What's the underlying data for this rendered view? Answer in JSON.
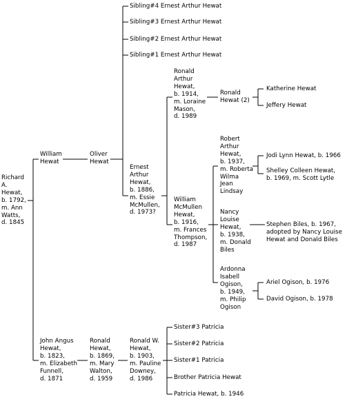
{
  "people": {
    "richard": "Richard\nA.\nHewat,\nb. 1792,\nm. Ann\nWatts,\nd. 1845",
    "william_hewat": "William\nHewat",
    "oliver_hewat": "Oliver\nHewat",
    "sibling4": "Sibling#4 Ernest Arthur Hewat",
    "sibling3": "Sibling#3 Ernest Arthur Hewat",
    "sibling2": "Sibling#2 Ernest Arthur Hewat",
    "sibling1": "Sibling#1 Ernest Arthur Hewat",
    "ernest_arthur": "Ernest\nArthur\nHewat,\nb. 1886,\nm. Essie\nMcMullen,\nd. 1973?",
    "ronald_arthur": "Ronald\nArthur\nHewat,\nb. 1914,\nm. Loraine\nMason,\nd. 1989",
    "ronald_hewat_2": "Ronald\nHewat (2)",
    "katherine": "Katherine Hewat",
    "jeffery": "Jeffery Hewat",
    "william_mcmullen": "William\nMcMullen\nHewat,\nb. 1916,\nm. Frances\nThompson,\nd. 1987",
    "robert_arthur": "Robert\nArthur\nHewat,\nb. 1937,\nm. Roberta\nWilma\nJean\nLindsay",
    "jodi": "Jodi Lynn Hewat, b. 1966",
    "shelley": "Shelley Colleen Hewat,\nb. 1969, m. Scott Lytle",
    "nancy": "Nancy\nLouise\nHewat,\nb. 1938,\nm. Donald\nBiles",
    "stephen": "Stephen Biles, b. 1967,\nadopted by Nancy Louise\nHewat and Donald Biles",
    "ardonna": "Ardonna\nIsabell\nOgison,\nb. 1949,\nm. Philip\nOgison",
    "ariel": "Ariel Ogison, b. 1976",
    "david": "David Ogison, b. 1978",
    "john_angus": "John Angus\nHewat,\nb. 1823,\nm. Elizabeth\nFunnell,\nd. 1871",
    "ronald_1869": "Ronald\nHewat,\nb. 1869,\nm. Mary\nWalton,\nd. 1959",
    "ronald_w": "Ronald W.\nHewat,\nb. 1903,\nm. Pauline\nDowney,\nd. 1986",
    "sister3": "Sister#3 Patricia",
    "sister2": "Sister#2 Patricia",
    "sister1": "Sister#1 Patricia",
    "brother_patricia": "Brother Patricia Hewat",
    "patricia": "Patricia Hewat, b. 1946"
  }
}
